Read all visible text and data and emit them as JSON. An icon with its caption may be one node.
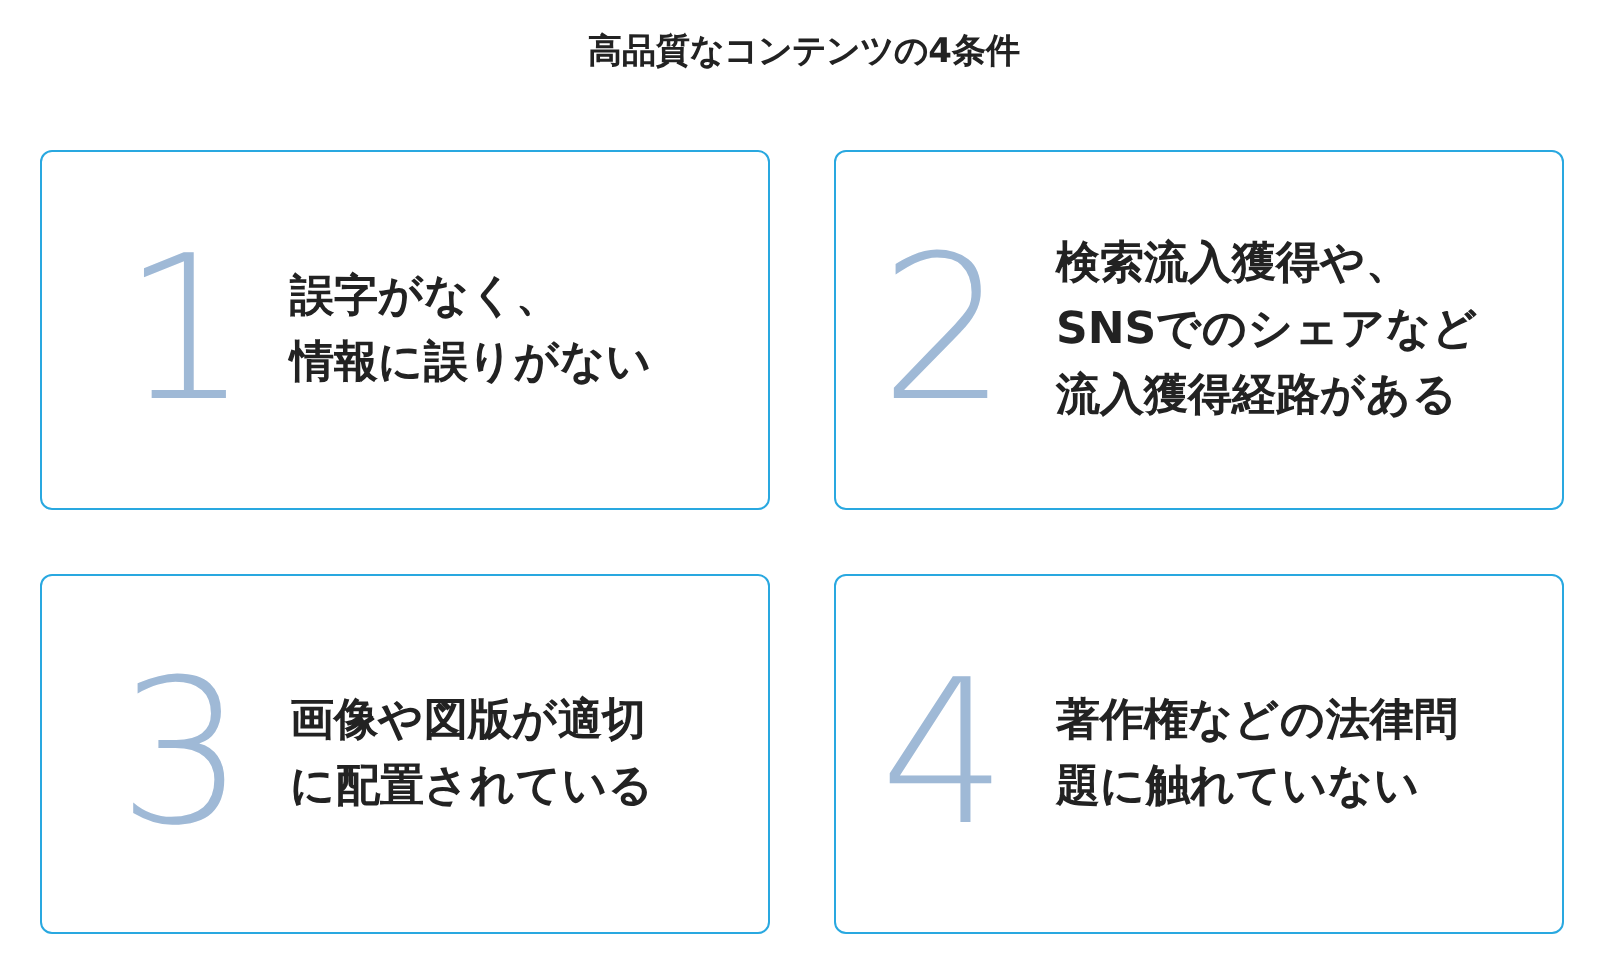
{
  "diagram": {
    "title": "高品質なコンテンツの4条件",
    "nodes": [
      {
        "text": [
          "1",
          "誤字がなく、情報に誤りがない"
        ]
      },
      {
        "text": [
          "2",
          "検索流入獲得や、SNSでのシェアなど流入獲得経路がある"
        ]
      },
      {
        "text": [
          "3",
          "画像や図版が適切に配置されている"
        ]
      },
      {
        "text": [
          "4",
          "著作権などの法律問題に触れていない"
        ]
      }
    ],
    "edges": []
  }
}
